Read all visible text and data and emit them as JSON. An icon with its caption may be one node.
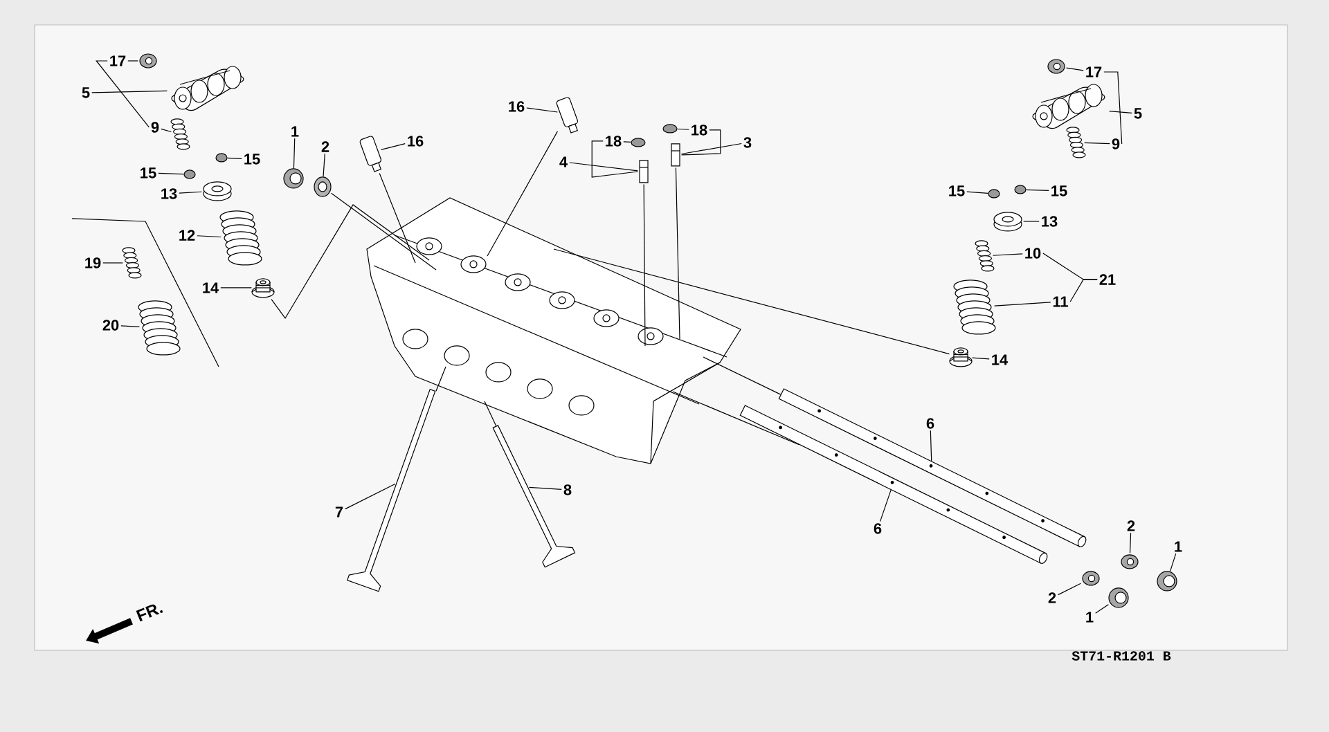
{
  "diagram": {
    "nodes": [
      {
        "text": [
          "17"
        ]
      },
      {
        "text": [],
        "shape": "picture"
      },
      {
        "text": [
          "5"
        ]
      },
      {
        "text": [],
        "shape": "picture"
      },
      {
        "text": [
          "9"
        ]
      },
      {
        "text": [],
        "shape": "picture"
      },
      {
        "text": [
          "15"
        ]
      },
      {
        "text": [],
        "shape": "circle"
      },
      {
        "text": [
          "15"
        ]
      },
      {
        "text": [],
        "shape": "circle"
      },
      {
        "text": [
          "13"
        ]
      },
      {
        "text": [],
        "shape": "picture"
      },
      {
        "text": [
          "12"
        ]
      },
      {
        "text": [],
        "shape": "picture"
      },
      {
        "text": [
          "19"
        ]
      },
      {
        "text": [],
        "shape": "picture"
      },
      {
        "text": [
          "20"
        ]
      },
      {
        "text": [],
        "shape": "picture"
      },
      {
        "text": [
          "14"
        ]
      },
      {
        "text": [],
        "shape": "picture"
      },
      {
        "text": [
          "1"
        ]
      },
      {
        "text": [],
        "shape": "picture"
      },
      {
        "text": [
          "2"
        ]
      },
      {
        "text": [],
        "shape": "picture"
      },
      {
        "text": [
          "16"
        ]
      },
      {
        "text": [],
        "shape": "picture"
      },
      {
        "text": [
          "16"
        ]
      },
      {
        "text": [],
        "shape": "picture"
      },
      {
        "text": [
          "18"
        ]
      },
      {
        "text": [],
        "shape": "circle"
      },
      {
        "text": [
          "18"
        ]
      },
      {
        "text": [],
        "shape": "circle"
      },
      {
        "text": [
          "4"
        ]
      },
      {
        "text": [],
        "shape": "picture"
      },
      {
        "text": [
          "3"
        ]
      },
      {
        "text": [],
        "shape": "picture"
      },
      {
        "text": [
          "17"
        ]
      },
      {
        "text": [],
        "shape": "picture"
      },
      {
        "text": [
          "5"
        ]
      },
      {
        "text": [],
        "shape": "picture"
      },
      {
        "text": [
          "9"
        ]
      },
      {
        "text": [],
        "shape": "picture"
      },
      {
        "text": [
          "15"
        ]
      },
      {
        "text": [],
        "shape": "circle"
      },
      {
        "text": [
          "15"
        ]
      },
      {
        "text": [],
        "shape": "circle"
      },
      {
        "text": [
          "13"
        ]
      },
      {
        "text": [],
        "shape": "picture"
      },
      {
        "text": [
          "10"
        ]
      },
      {
        "text": [],
        "shape": "picture"
      },
      {
        "text": [
          "11"
        ]
      },
      {
        "text": [],
        "shape": "picture"
      },
      {
        "text": [
          "14"
        ]
      },
      {
        "text": [],
        "shape": "picture"
      },
      {
        "text": [
          "6"
        ]
      },
      {
        "text": [],
        "shape": "picture"
      },
      {
        "text": [
          "6"
        ]
      },
      {
        "text": [],
        "shape": "picture"
      },
      {
        "text": [
          "7"
        ]
      },
      {
        "text": [],
        "shape": "picture"
      },
      {
        "text": [
          "8"
        ]
      },
      {
        "text": [],
        "shape": "picture"
      },
      {
        "text": [
          "2"
        ]
      },
      {
        "text": [],
        "shape": "picture"
      },
      {
        "text": [
          "2"
        ]
      },
      {
        "text": [],
        "shape": "picture"
      },
      {
        "text": [
          "1"
        ]
      },
      {
        "text": [],
        "shape": "picture"
      },
      {
        "text": [
          "1"
        ]
      },
      {
        "text": [],
        "shape": "picture"
      },
      {
        "text": [
          "21"
        ]
      },
      {
        "text": [],
        "shape": "picture"
      }
    ],
    "edges": [
      {
        "from": 0,
        "to": 1,
        "arrow": "none"
      },
      {
        "from": 2,
        "to": 3,
        "arrow": "none"
      },
      {
        "from": 4,
        "to": 5,
        "arrow": "none"
      },
      {
        "from": 6,
        "to": 7,
        "arrow": "none"
      },
      {
        "from": 8,
        "to": 9,
        "arrow": "none"
      },
      {
        "from": 10,
        "to": 11,
        "arrow": "none"
      },
      {
        "from": 12,
        "to": 13,
        "arrow": "none"
      },
      {
        "from": 14,
        "to": 15,
        "arrow": "none"
      },
      {
        "from": 16,
        "to": 17,
        "arrow": "none"
      },
      {
        "from": 18,
        "to": 19,
        "arrow": "none"
      },
      {
        "from": 20,
        "to": 21,
        "arrow": "none"
      },
      {
        "from": 22,
        "to": 23,
        "arrow": "none"
      },
      {
        "from": 24,
        "to": 25,
        "arrow": "none"
      },
      {
        "from": 26,
        "to": 27,
        "arrow": "none"
      },
      {
        "from": 28,
        "to": 29,
        "arrow": "none"
      },
      {
        "from": 30,
        "to": 31,
        "arrow": "none"
      },
      {
        "from": 32,
        "to": 33,
        "arrow": "none"
      },
      {
        "from": 34,
        "to": 35,
        "arrow": "none"
      },
      {
        "from": 36,
        "to": 37,
        "arrow": "none"
      },
      {
        "from": 38,
        "to": 39,
        "arrow": "none"
      },
      {
        "from": 40,
        "to": 41,
        "arrow": "none"
      },
      {
        "from": 42,
        "to": 43,
        "arrow": "none"
      },
      {
        "from": 44,
        "to": 45,
        "arrow": "none"
      },
      {
        "from": 46,
        "to": 47,
        "arrow": "none"
      },
      {
        "from": 48,
        "to": 49,
        "arrow": "none"
      },
      {
        "from": 50,
        "to": 51,
        "arrow": "none"
      },
      {
        "from": 52,
        "to": 53,
        "arrow": "none"
      },
      {
        "from": 54,
        "to": 55,
        "arrow": "none"
      },
      {
        "from": 56,
        "to": 57,
        "arrow": "none"
      },
      {
        "from": 58,
        "to": 59,
        "arrow": "none"
      },
      {
        "from": 60,
        "to": 61,
        "arrow": "none"
      },
      {
        "from": 62,
        "to": 63,
        "arrow": "none"
      },
      {
        "from": 64,
        "to": 65,
        "arrow": "none"
      },
      {
        "from": 66,
        "to": 67,
        "arrow": "none"
      },
      {
        "from": 68,
        "to": 69,
        "arrow": "none"
      },
      {
        "from": 70,
        "to": 48,
        "arrow": "none"
      },
      {
        "from": 70,
        "to": 50,
        "arrow": "none"
      },
      {
        "from": 0,
        "to": 4,
        "arrow": "none"
      },
      {
        "from": 36,
        "to": 40,
        "arrow": "none"
      },
      {
        "from": 28,
        "to": 33,
        "arrow": "none"
      },
      {
        "from": 30,
        "to": 35,
        "arrow": "none"
      },
      {
        "from": 23,
        "to": 71,
        "arrow": "none"
      },
      {
        "from": 19,
        "to": 71,
        "arrow": "none"
      },
      {
        "from": 25,
        "to": 71,
        "arrow": "none"
      },
      {
        "from": 27,
        "to": 71,
        "arrow": "none"
      },
      {
        "from": 33,
        "to": 71,
        "arrow": "none"
      },
      {
        "from": 35,
        "to": 71,
        "arrow": "none"
      },
      {
        "from": 71,
        "to": 53,
        "arrow": "none"
      },
      {
        "from": 59,
        "to": 71,
        "arrow": "none"
      },
      {
        "from": 61,
        "to": 71,
        "arrow": "none"
      },
      {
        "from": 55,
        "to": 71,
        "arrow": "none"
      },
      {
        "from": 57,
        "to": 71,
        "arrow": "none"
      }
    ],
    "labels": [
      "FR.",
      "ST71-R1201 B"
    ]
  }
}
